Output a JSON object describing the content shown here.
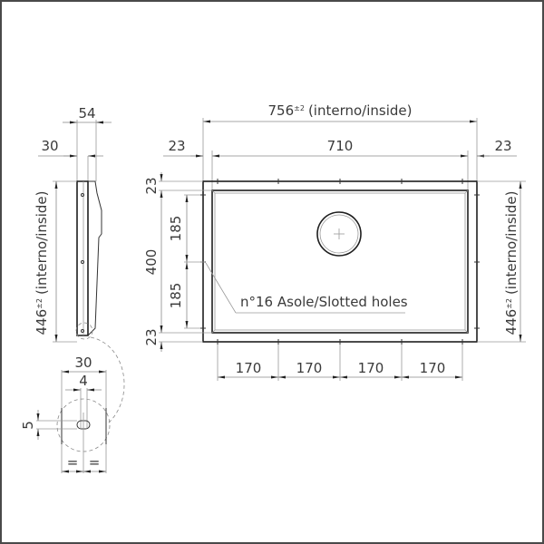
{
  "drawing": {
    "type": "technical-drawing",
    "subject": "sink / basin dimensional drawing",
    "colors": {
      "line": "#1e1e1e",
      "dimension": "#8a8a8a",
      "text": "#3a3a3a",
      "border": "#4a4a4a"
    }
  },
  "side_view": {
    "width_total": "54",
    "width_flange": "30",
    "height_label": "446",
    "height_tolerance": "±2",
    "height_note": "(interno/inside)"
  },
  "top_view": {
    "overall_width_label": "756",
    "overall_width_tolerance": "±2",
    "overall_width_note": "(interno/inside)",
    "inner_width": "710",
    "left_margin": "23",
    "right_margin": "23",
    "top_margin": "23",
    "bottom_margin": "23",
    "inner_height": "400",
    "upper_slot_spacing": "185",
    "lower_slot_spacing": "185",
    "right_height_label": "446",
    "right_height_tolerance": "±2",
    "right_height_note": "(interno/inside)",
    "slot_note": "n°16 Asole/Slotted holes",
    "bottom_spacings": [
      "170",
      "170",
      "170",
      "170"
    ],
    "drain_symbol": "drain-hole"
  },
  "detail_view": {
    "width": "30",
    "slot_length": "4",
    "slot_height": "5",
    "equal_marks": [
      "=",
      "="
    ]
  }
}
